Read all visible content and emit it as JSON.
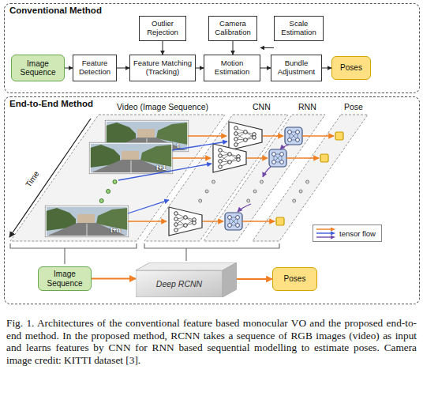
{
  "diagram": {
    "caption": "Fig. 1. Architectures of the conventional feature based monocular VO and the proposed end-to-end method. In the proposed method, RCNN takes a sequence of RGB images (video) as input and learns features by CNN for RNN based sequential modelling to estimate poses. Camera image credit: KITTI dataset [3].",
    "nodes": [
      {
        "text": [
          "Conventional Method"
        ]
      },
      {
        "text": [
          "Outlier Rejection"
        ],
        "in": 0
      },
      {
        "text": [
          "Camera Calibration"
        ],
        "in": 0
      },
      {
        "text": [
          "Scale Estimation"
        ],
        "in": 0
      },
      {
        "text": [
          "Image Sequence"
        ],
        "in": 0
      },
      {
        "text": [
          "Feature Detection"
        ],
        "in": 0
      },
      {
        "text": [
          "Feature Matching (Tracking)"
        ],
        "in": 0
      },
      {
        "text": [
          "Motion Estimation"
        ],
        "in": 0
      },
      {
        "text": [
          "Bundle Adjustment"
        ],
        "in": 0
      },
      {
        "text": [
          "Poses"
        ],
        "in": 0
      },
      {
        "text": [
          "End-to-End Method"
        ]
      },
      {
        "text": [
          "Image Sequence"
        ],
        "in": 10
      },
      {
        "text": [
          "Deep RCNN"
        ],
        "in": 10
      },
      {
        "text": [
          "Poses"
        ],
        "in": 10
      }
    ],
    "edges": [
      {
        "from": 4,
        "to": 5,
        "arrow": "to"
      },
      {
        "from": 5,
        "to": 6,
        "arrow": "to"
      },
      {
        "from": 6,
        "to": 7,
        "arrow": "to"
      },
      {
        "from": 7,
        "to": 8,
        "arrow": "to"
      },
      {
        "from": 8,
        "to": 9,
        "arrow": "to"
      },
      {
        "from": 1,
        "to": 6,
        "arrow": "to"
      },
      {
        "from": 2,
        "to": 7,
        "arrow": "to"
      },
      {
        "from": 3,
        "to": 7,
        "arrow": "to"
      },
      {
        "from": 11,
        "to": 12,
        "arrow": "to"
      },
      {
        "from": 12,
        "to": 13,
        "arrow": "to"
      }
    ],
    "labels": [
      "Video (Image Sequence)",
      "CNN",
      "RNN",
      "Pose",
      "t",
      "t+1",
      "t+n",
      "Time"
    ],
    "legend": [
      {
        "text": "tensor flow"
      }
    ]
  }
}
